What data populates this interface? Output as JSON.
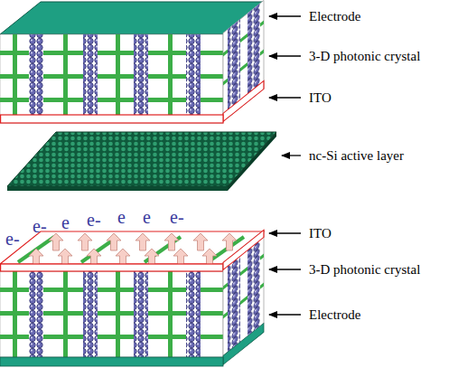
{
  "diagram": {
    "labels": [
      "Electrode",
      "3-D photonic crystal",
      "ITO",
      "nc-Si active layer",
      "e-",
      "e-",
      "e",
      "e-",
      "e",
      "e",
      "e-",
      "ITO",
      "3-D photonic crystal",
      "Electrode"
    ]
  }
}
